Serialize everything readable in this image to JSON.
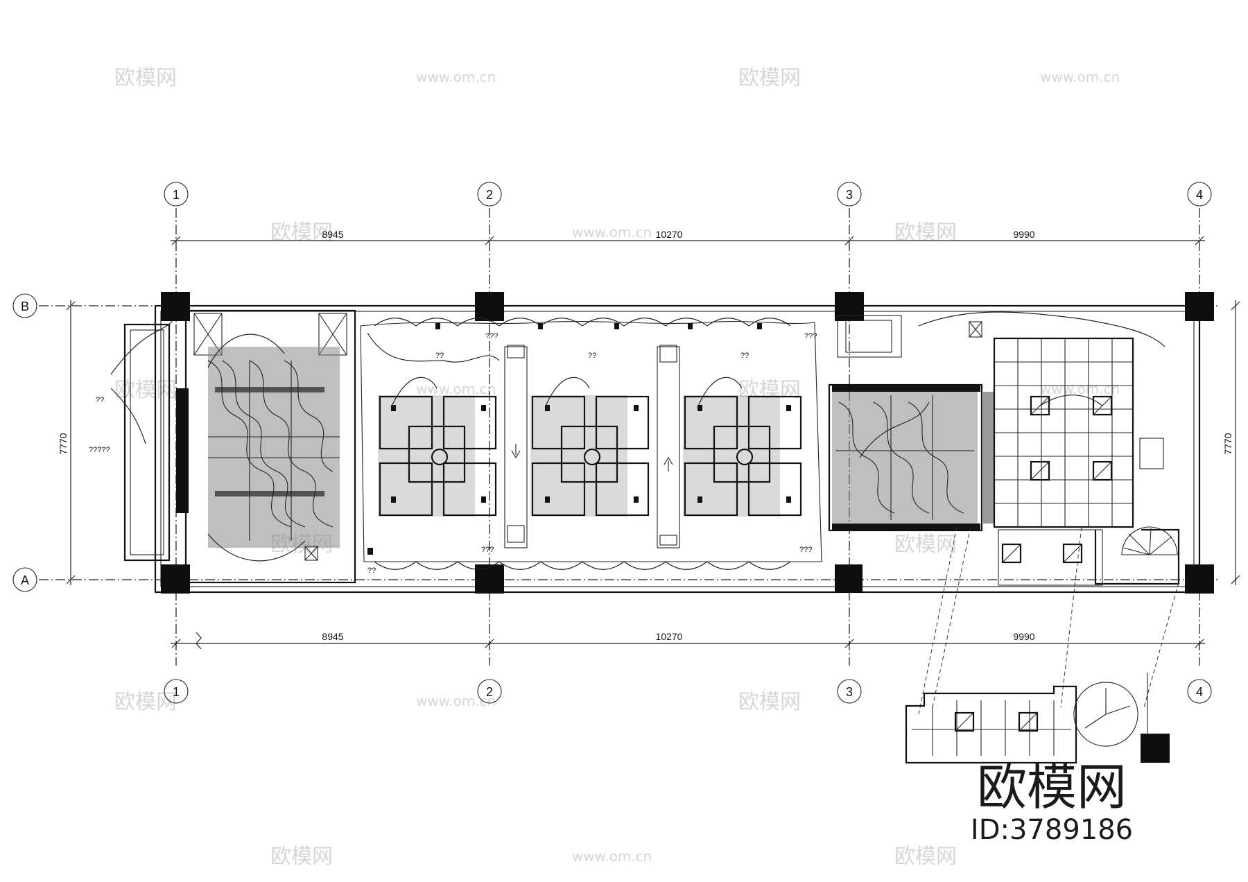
{
  "axes_columns": [
    "1",
    "2",
    "3",
    "4"
  ],
  "axes_rows": [
    "B",
    "A"
  ],
  "dimensions_top": [
    "8945",
    "10270",
    "9990"
  ],
  "dimensions_bottom": [
    "8945",
    "10270",
    "9990"
  ],
  "dimension_left": "7770",
  "dimension_right": "7770",
  "annotations": {
    "balcony_q2": "??",
    "balcony_q5": "?????",
    "hall_top_q3": "???",
    "unit1_q2": "??",
    "unit2_q2": "??",
    "unit3_q2": "??",
    "hall_bottom_q3a": "???",
    "hall_bottom_q2": "??",
    "hall_bottom_q3b": "???",
    "right_top_q3": "???"
  },
  "watermark": {
    "site_cn": "欧模网",
    "site_url": "www.om.cn",
    "brand": "欧模网",
    "id_label": "ID:3789186"
  }
}
